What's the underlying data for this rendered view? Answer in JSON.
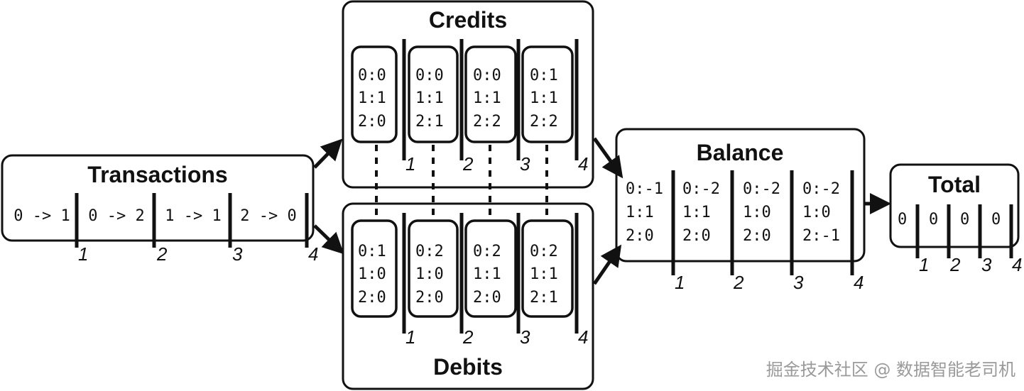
{
  "transactions": {
    "title": "Transactions",
    "entries": [
      "0 -> 1",
      "0 -> 2",
      "1 -> 1",
      "2 -> 0"
    ],
    "ticks": [
      "1",
      "2",
      "3",
      "4"
    ]
  },
  "credits": {
    "title": "Credits",
    "cells": [
      [
        "0:0",
        "1:1",
        "2:0"
      ],
      [
        "0:0",
        "1:1",
        "2:1"
      ],
      [
        "0:0",
        "1:1",
        "2:2"
      ],
      [
        "0:1",
        "1:1",
        "2:2"
      ]
    ],
    "ticks": [
      "1",
      "2",
      "3",
      "4"
    ]
  },
  "debits": {
    "title": "Debits",
    "cells": [
      [
        "0:1",
        "1:0",
        "2:0"
      ],
      [
        "0:2",
        "1:0",
        "2:0"
      ],
      [
        "0:2",
        "1:1",
        "2:0"
      ],
      [
        "0:2",
        "1:1",
        "2:1"
      ]
    ],
    "ticks": [
      "1",
      "2",
      "3",
      "4"
    ]
  },
  "balance": {
    "title": "Balance",
    "cells": [
      [
        "0:-1",
        "1:1",
        "2:0"
      ],
      [
        "0:-2",
        "1:1",
        "2:0"
      ],
      [
        "0:-2",
        "1:0",
        "2:0"
      ],
      [
        "0:-2",
        "1:0",
        "2:-1"
      ]
    ],
    "ticks": [
      "1",
      "2",
      "3",
      "4"
    ]
  },
  "total": {
    "title": "Total",
    "values": [
      "0",
      "0",
      "0",
      "0"
    ],
    "ticks": [
      "1",
      "2",
      "3",
      "4"
    ]
  },
  "watermark": "掘金技术社区 @ 数据智能老司机"
}
